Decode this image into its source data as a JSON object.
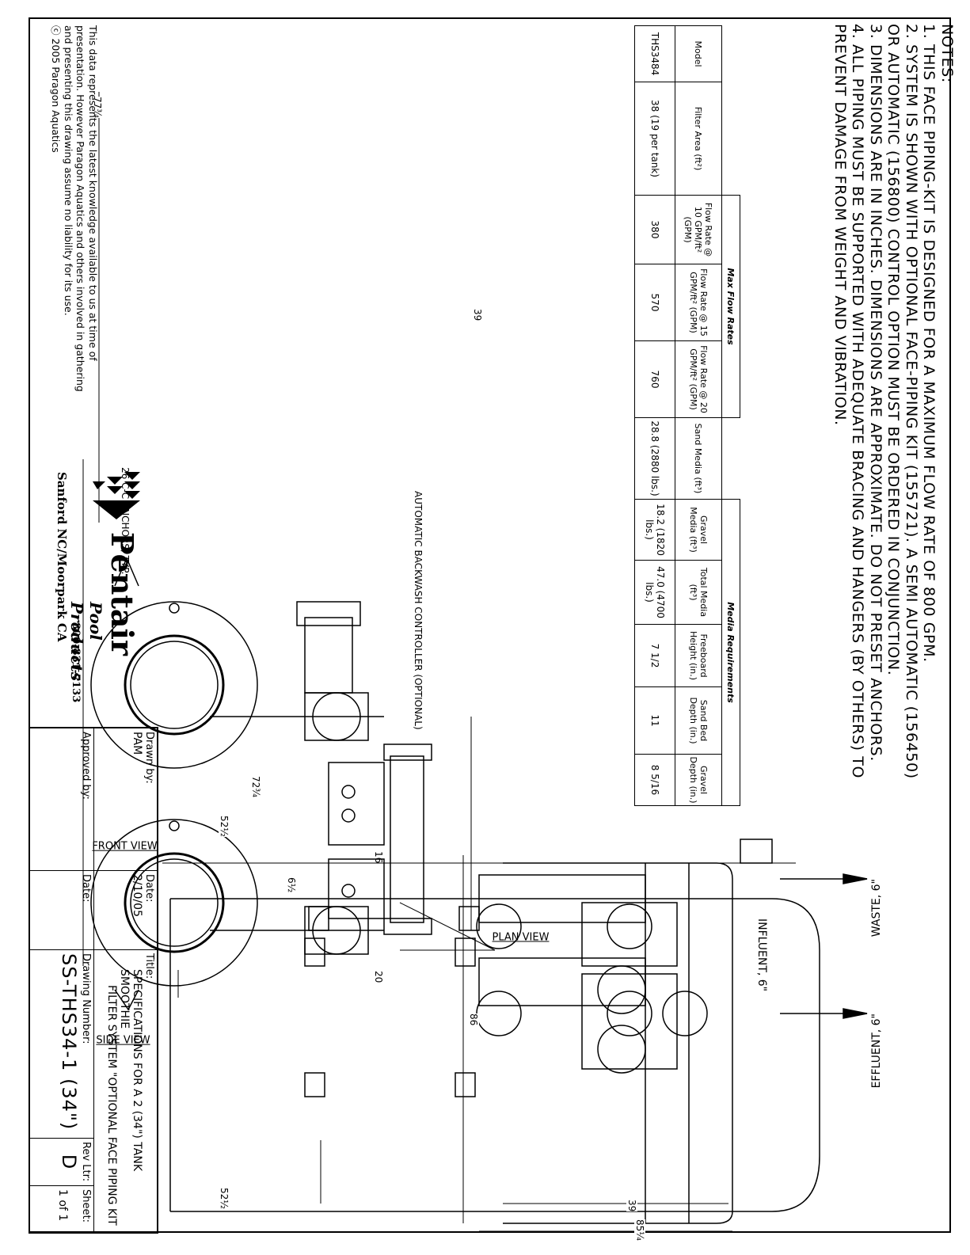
{
  "notes": {
    "heading": "NOTES:",
    "lines": [
      "1. THIS FACE PIPING-KIT IS DESIGNED FOR A MAXIMUM FLOW RATE OF 800 GPM.",
      "2. SYSTEM IS SHOWN WITH OPTIONAL FACE-PIPING KIT (155721). A SEMI AUTOMATIC (156450)",
      "OR AUTOMATIC (156800)  CONTROL OPTION MUST BE ORDERED IN CONJUNCTION.",
      "3. DIMENSIONS ARE IN INCHES. DIMENSIONS ARE APPROXIMATE.  DO NOT PRESET ANCHORS.",
      "4. ALL PIPING MUST BE SUPPORTED WITH ADEQUATE BRACING AND HANGERS (BY OTHERS) TO",
      "PREVENT DAMAGE FROM WEIGHT AND VIBRATION."
    ]
  },
  "spec_table": {
    "group_flow": "Max Flow Rates",
    "group_media": "Media Requirements",
    "headers": {
      "model": "Model",
      "filter_area": "Filter Area (ft²)",
      "flow10": "Flow Rate @ 10 GPM/ft² (GPM)",
      "flow15": "Flow Rate @ 15 GPM/ft² (GPM)",
      "flow20": "Flow Rate @ 20 GPM/ft² (GPM)",
      "sand": "Sand Media (ft³)",
      "gravel": "Gravel Media (ft³)",
      "total": "Total Media (ft³)",
      "freeboard": "Freeboard Height (in.)",
      "sand_bed": "Sand Bed Depth (in.)",
      "gravel_depth": "Gravel Depth (in.)"
    },
    "row": {
      "model": "THS3484",
      "filter_area": "38 (19 per tank)",
      "flow10": "380",
      "flow15": "570",
      "flow20": "760",
      "sand": "28.8 (2880 lbs.)",
      "gravel": "18.2 (1820 lbs.)",
      "total": "47.0 (4700 lbs.)",
      "freeboard": "7 1/2",
      "sand_bed": "11",
      "gravel_depth": "8 5/16"
    }
  },
  "views": {
    "front": "FRONT VIEW",
    "side": "SIDE VIEW",
    "plan": "PLAN VIEW"
  },
  "labels": {
    "controller": "AUTOMATIC BACKWASH CONTROLLER (OPTIONAL)",
    "anchors": "26  C-C ANCHORS, TYP.",
    "waste": "WASTE, 6\"",
    "influent": "INFLUENT, 6\"",
    "effluent": "EFFLUENT, 6\""
  },
  "dimensions": {
    "front_height": "77¾",
    "front_width": "39",
    "side_height": "72¾",
    "side_mid": "52½",
    "side_small": "6½",
    "side_16": "16",
    "side_20": "20",
    "side_bottom": "52½",
    "plan_depth": "86",
    "plan_39": "39",
    "plan_85": "85¼"
  },
  "brand": {
    "name": "Pentair",
    "sub": "Pool Products",
    "location": "Sanford NC/Moorpark CA",
    "phone": "800-831-7133"
  },
  "disclaimer": [
    "This data represents the latest knowledge available to us at time of",
    "presentation. However Paragon Aquatics and others involved in gathering",
    "and presenting this drawing assume no liability for its use.",
    "ⓒ 2005 Paragon Aquatics"
  ],
  "title_block": {
    "drawn_by_label": "Drawn by:",
    "drawn_by": "PAM",
    "date_label": "Date:",
    "date": "2/10/05",
    "approved_label": "Approved by:",
    "date2_label": "Date:",
    "title_label": "Title:",
    "title_line1": "SPECIFICATIONS FOR A  2 (34\") TANK SMOOTHIE",
    "title_line2": "FILTER SYSTEM \"OPTIONAL FACE PIPING KIT",
    "drawing_no_label": "Drawing Number:",
    "drawing_no": "SS-THS34-1 (34\")",
    "rev_label": "Rev Ltr:",
    "rev": "D",
    "sheet_label": "Sheet:",
    "sheet": "1 of 1"
  }
}
